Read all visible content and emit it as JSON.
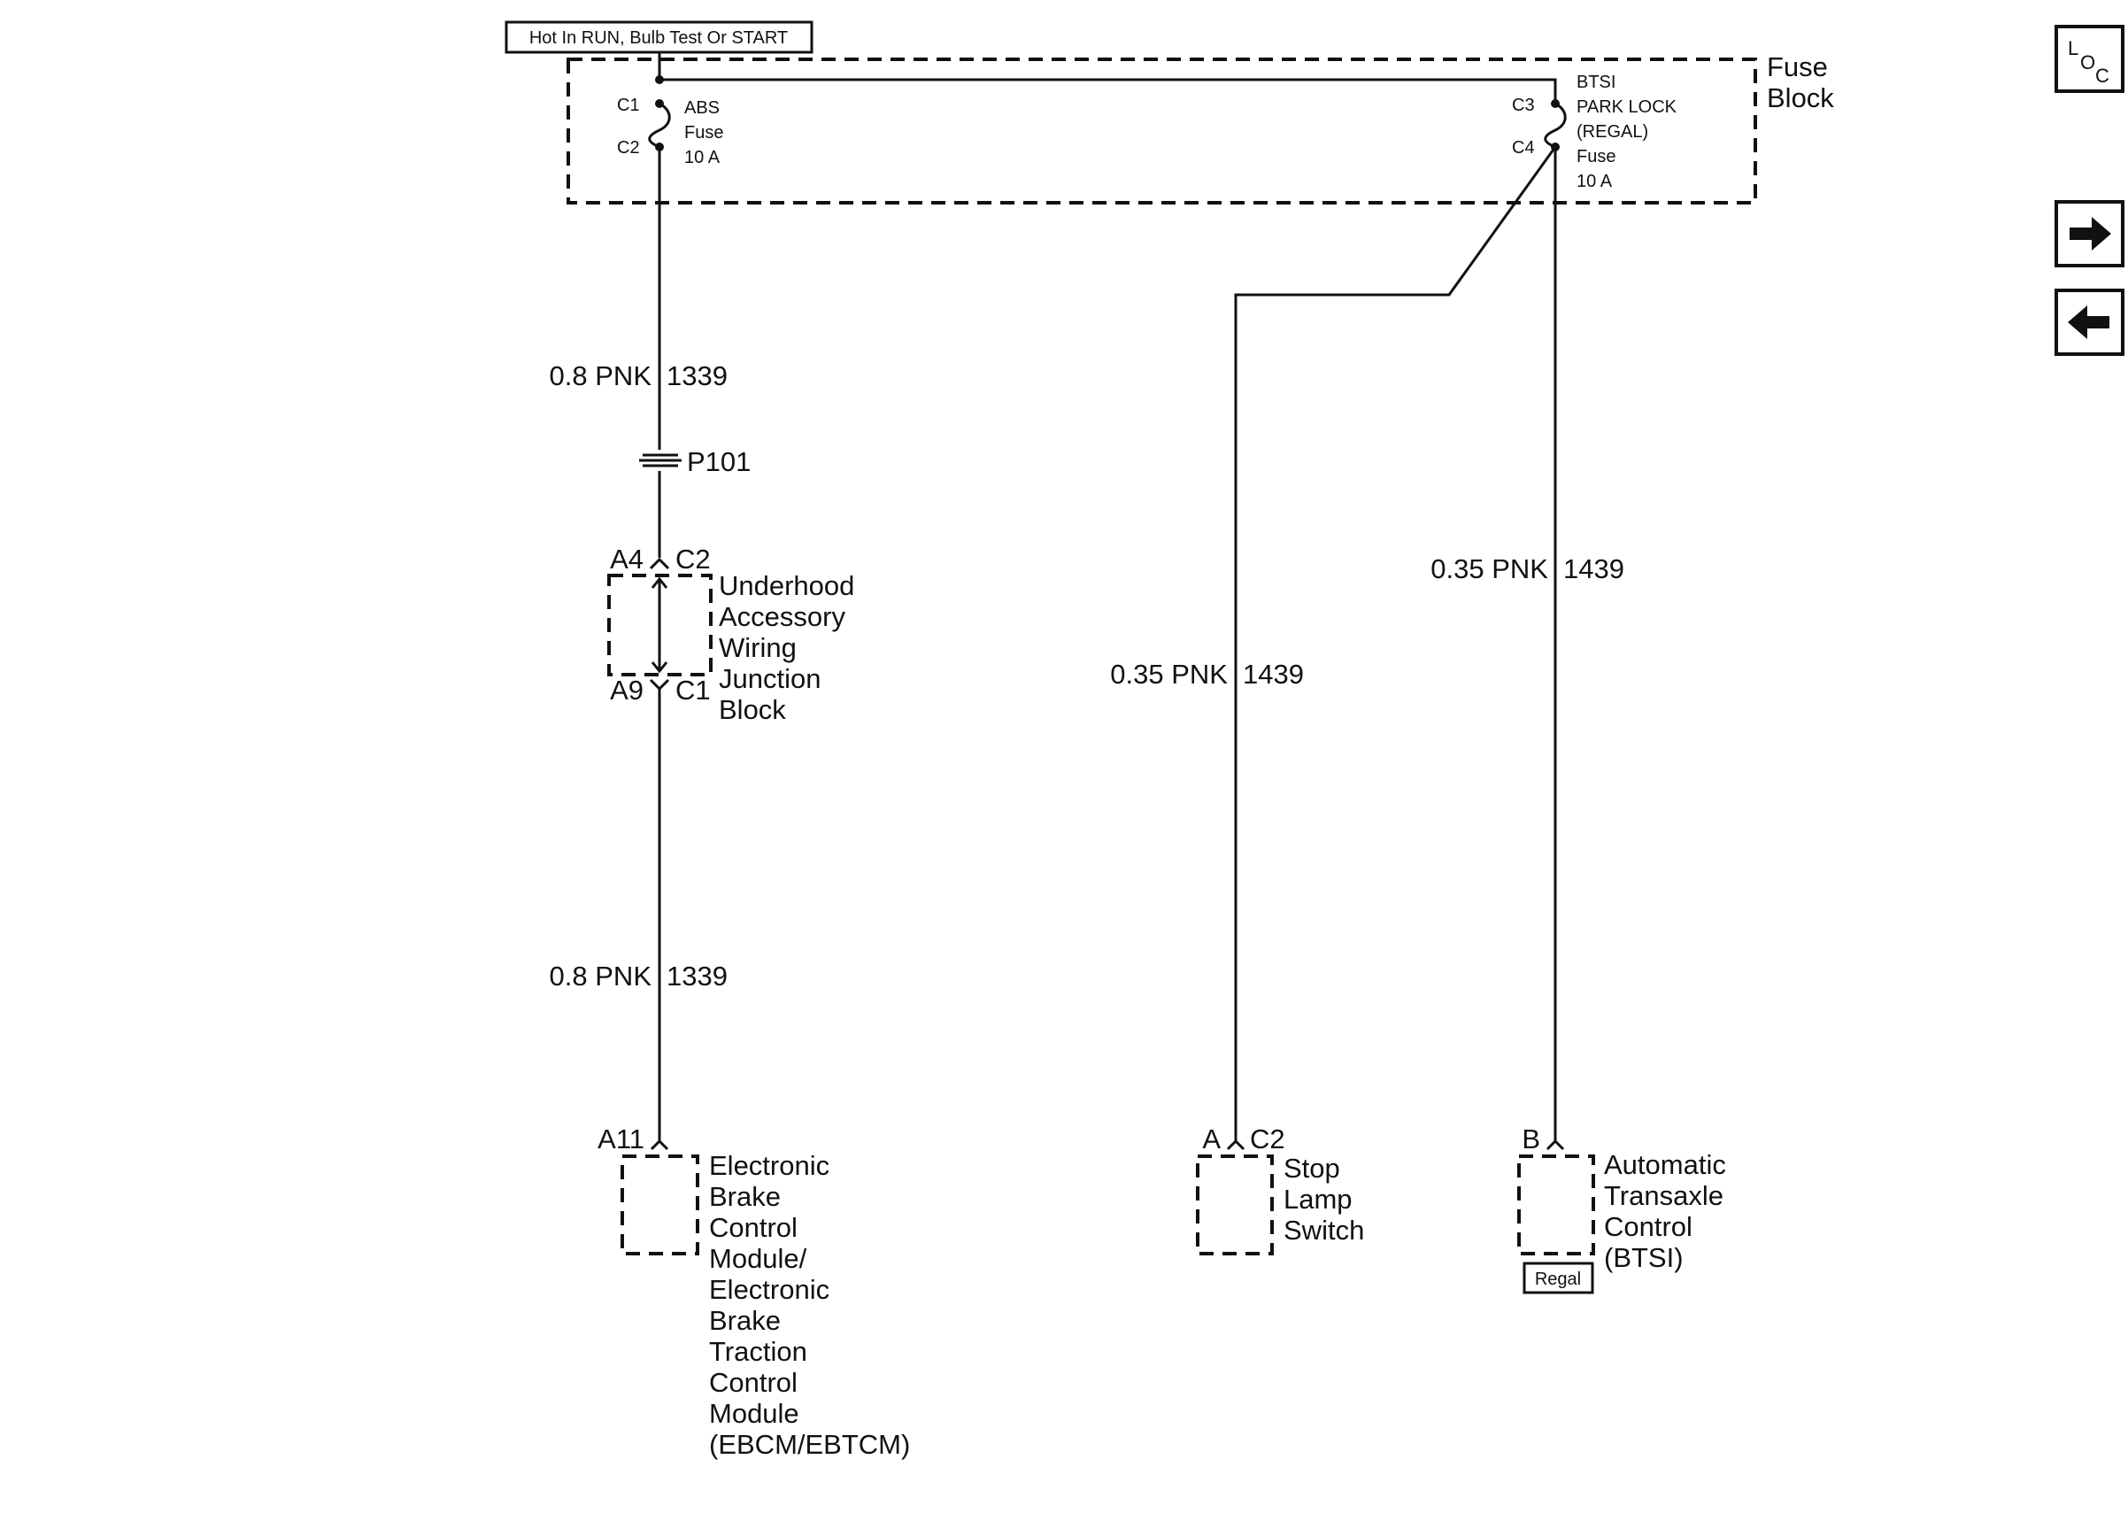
{
  "header": {
    "power_label": "Hot In RUN, Bulb Test Or START"
  },
  "fuse_block": {
    "title_line1": "Fuse",
    "title_line2": "Block",
    "abs_fuse": {
      "pin_in": "C1",
      "pin_out": "C2",
      "line1": "ABS",
      "line2": "Fuse",
      "line3": "10 A"
    },
    "btsi_fuse": {
      "pin_in": "C3",
      "pin_out": "C4",
      "line1": "BTSI",
      "line2": "PARK LOCK",
      "line3": "(REGAL)",
      "line4": "Fuse",
      "line5": "10 A"
    }
  },
  "wires": {
    "w1339_top": {
      "size_color": "0.8 PNK",
      "circuit": "1339"
    },
    "w1339_bottom": {
      "size_color": "0.8 PNK",
      "circuit": "1339"
    },
    "w1439_mid": {
      "size_color": "0.35 PNK",
      "circuit": "1439"
    },
    "w1439_right": {
      "size_color": "0.35 PNK",
      "circuit": "1439"
    }
  },
  "splice": {
    "label": "P101"
  },
  "junction_block": {
    "pin_top_a": "A4",
    "pin_top_c": "C2",
    "pin_bottom_a": "A9",
    "pin_bottom_c": "C1",
    "name_lines": [
      "Underhood",
      "Accessory",
      "Wiring",
      "Junction",
      "Block"
    ]
  },
  "ebcm": {
    "pin": "A11",
    "name_lines": [
      "Electronic",
      "Brake",
      "Control",
      "Module/",
      "Electronic",
      "Brake",
      "Traction",
      "Control",
      "Module",
      "(EBCM/EBTCM)"
    ]
  },
  "stop_lamp": {
    "pin_a": "A",
    "pin_c": "C2",
    "name_lines": [
      "Stop",
      "Lamp",
      "Switch"
    ]
  },
  "transaxle": {
    "pin": "B",
    "name_lines": [
      "Automatic",
      "Transaxle",
      "Control",
      "(BTSI)"
    ],
    "option_tag": "Regal"
  },
  "nav": {
    "loc_icon": {
      "l": "L",
      "o": "O",
      "c": "C"
    },
    "next_icon": "arrow-right",
    "prev_icon": "arrow-left"
  }
}
